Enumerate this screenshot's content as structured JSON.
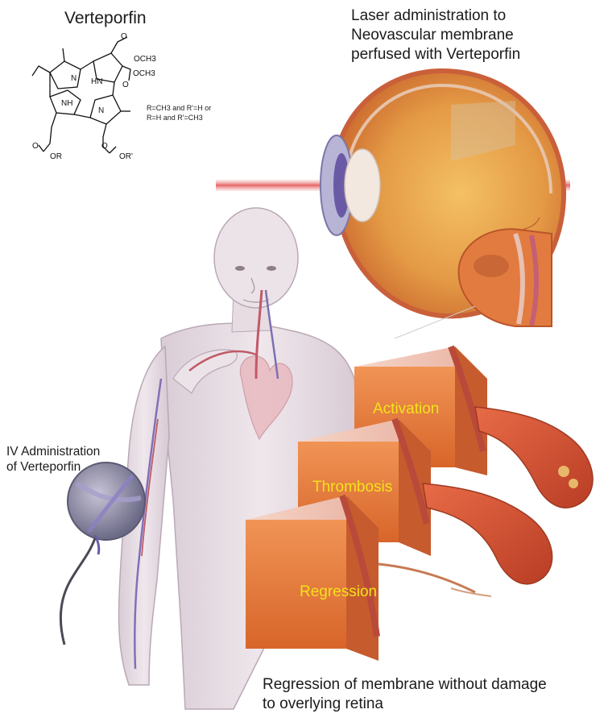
{
  "title": "Verteporfin",
  "laser_text": [
    "Laser administration to",
    "Neovascular membrane",
    "perfused with Verteporfin"
  ],
  "iv_text": [
    "IV Administration",
    "of Verteporfin"
  ],
  "footer_text": [
    "Regression of membrane without damage",
    "to overlying retina"
  ],
  "stages": {
    "activation": "Activation",
    "thrombosis": "Thrombosis",
    "regression": "Regression"
  },
  "molecule": {
    "atoms": {
      "n_upper_left": "N",
      "hn_upper_right": "HN",
      "nh_lower_left": "NH",
      "n_lower_right": "N",
      "ester_o_1": "O",
      "ester_och3_1": "OCH3",
      "ester_o_2": "O",
      "ester_och3_2": "OCH3",
      "acid_o_left": "O",
      "acid_or_left": "OR",
      "acid_o_right": "O",
      "acid_or_right": "OR'"
    },
    "r_note": [
      "R=CH3 and R'=H or",
      "R=H and R'=CH3"
    ]
  },
  "colors": {
    "label_yellow": "#f2e21c",
    "laser_beam": "#e24a4a",
    "tissue_orange": "#e0743a",
    "body_skin": "#e8dfe4",
    "eye_iris": "#6a5aa6"
  }
}
